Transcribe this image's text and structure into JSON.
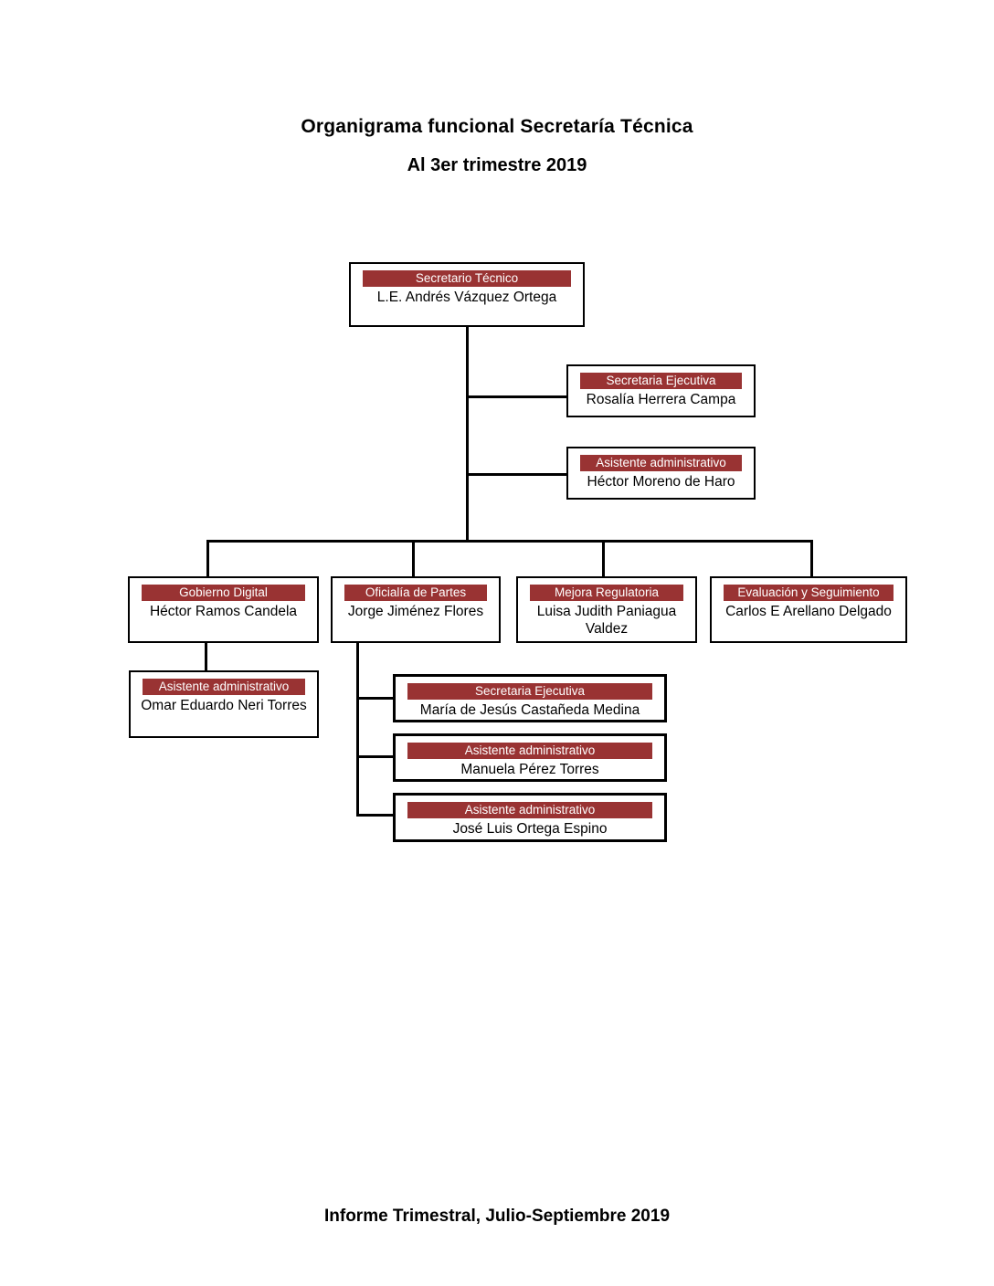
{
  "page": {
    "title": "Organigrama funcional Secretaría Técnica",
    "subtitle": "Al 3er trimestre 2019",
    "footer": "Informe Trimestral, Julio-Septiembre 2019"
  },
  "colors": {
    "header_bar": "#993333",
    "header_text": "#ffffff",
    "box_border": "#000000",
    "connector": "#000000",
    "background": "#ffffff"
  },
  "nodes": [
    {
      "id": "secretario",
      "title": "Secretario Técnico",
      "name": "L.E. Andrés Vázquez Ortega"
    },
    {
      "id": "sec-ejec-1",
      "title": "Secretaria Ejecutiva",
      "name": "Rosalía Herrera Campa"
    },
    {
      "id": "asist-hector",
      "title": "Asistente administrativo",
      "name": "Héctor Moreno de Haro"
    },
    {
      "id": "gobierno",
      "title": "Gobierno Digital",
      "name": "Héctor Ramos Candela"
    },
    {
      "id": "oficialia",
      "title": "Oficialía de Partes",
      "name": "Jorge Jiménez Flores"
    },
    {
      "id": "mejora",
      "title": "Mejora Regulatoria",
      "name": "Luisa Judith Paniagua Valdez"
    },
    {
      "id": "evaluacion",
      "title": "Evaluación y Seguimiento",
      "name": "Carlos E Arellano Delgado"
    },
    {
      "id": "asist-omar",
      "title": "Asistente administrativo",
      "name": "Omar Eduardo Neri Torres"
    },
    {
      "id": "sec-maria",
      "title": "Secretaria Ejecutiva",
      "name": "María de Jesús Castañeda Medina"
    },
    {
      "id": "asist-manuela",
      "title": "Asistente administrativo",
      "name": "Manuela Pérez Torres"
    },
    {
      "id": "asist-jose",
      "title": "Asistente administrativo",
      "name": "José Luis Ortega Espino"
    }
  ],
  "org_structure": {
    "edges": [
      {
        "parent": "secretario",
        "child": "sec-ejec-1"
      },
      {
        "parent": "secretario",
        "child": "asist-hector"
      },
      {
        "parent": "secretario",
        "child": "gobierno"
      },
      {
        "parent": "secretario",
        "child": "oficialia"
      },
      {
        "parent": "secretario",
        "child": "mejora"
      },
      {
        "parent": "secretario",
        "child": "evaluacion"
      },
      {
        "parent": "gobierno",
        "child": "asist-omar"
      },
      {
        "parent": "oficialia",
        "child": "sec-maria"
      },
      {
        "parent": "oficialia",
        "child": "asist-manuela"
      },
      {
        "parent": "oficialia",
        "child": "asist-jose"
      }
    ]
  }
}
